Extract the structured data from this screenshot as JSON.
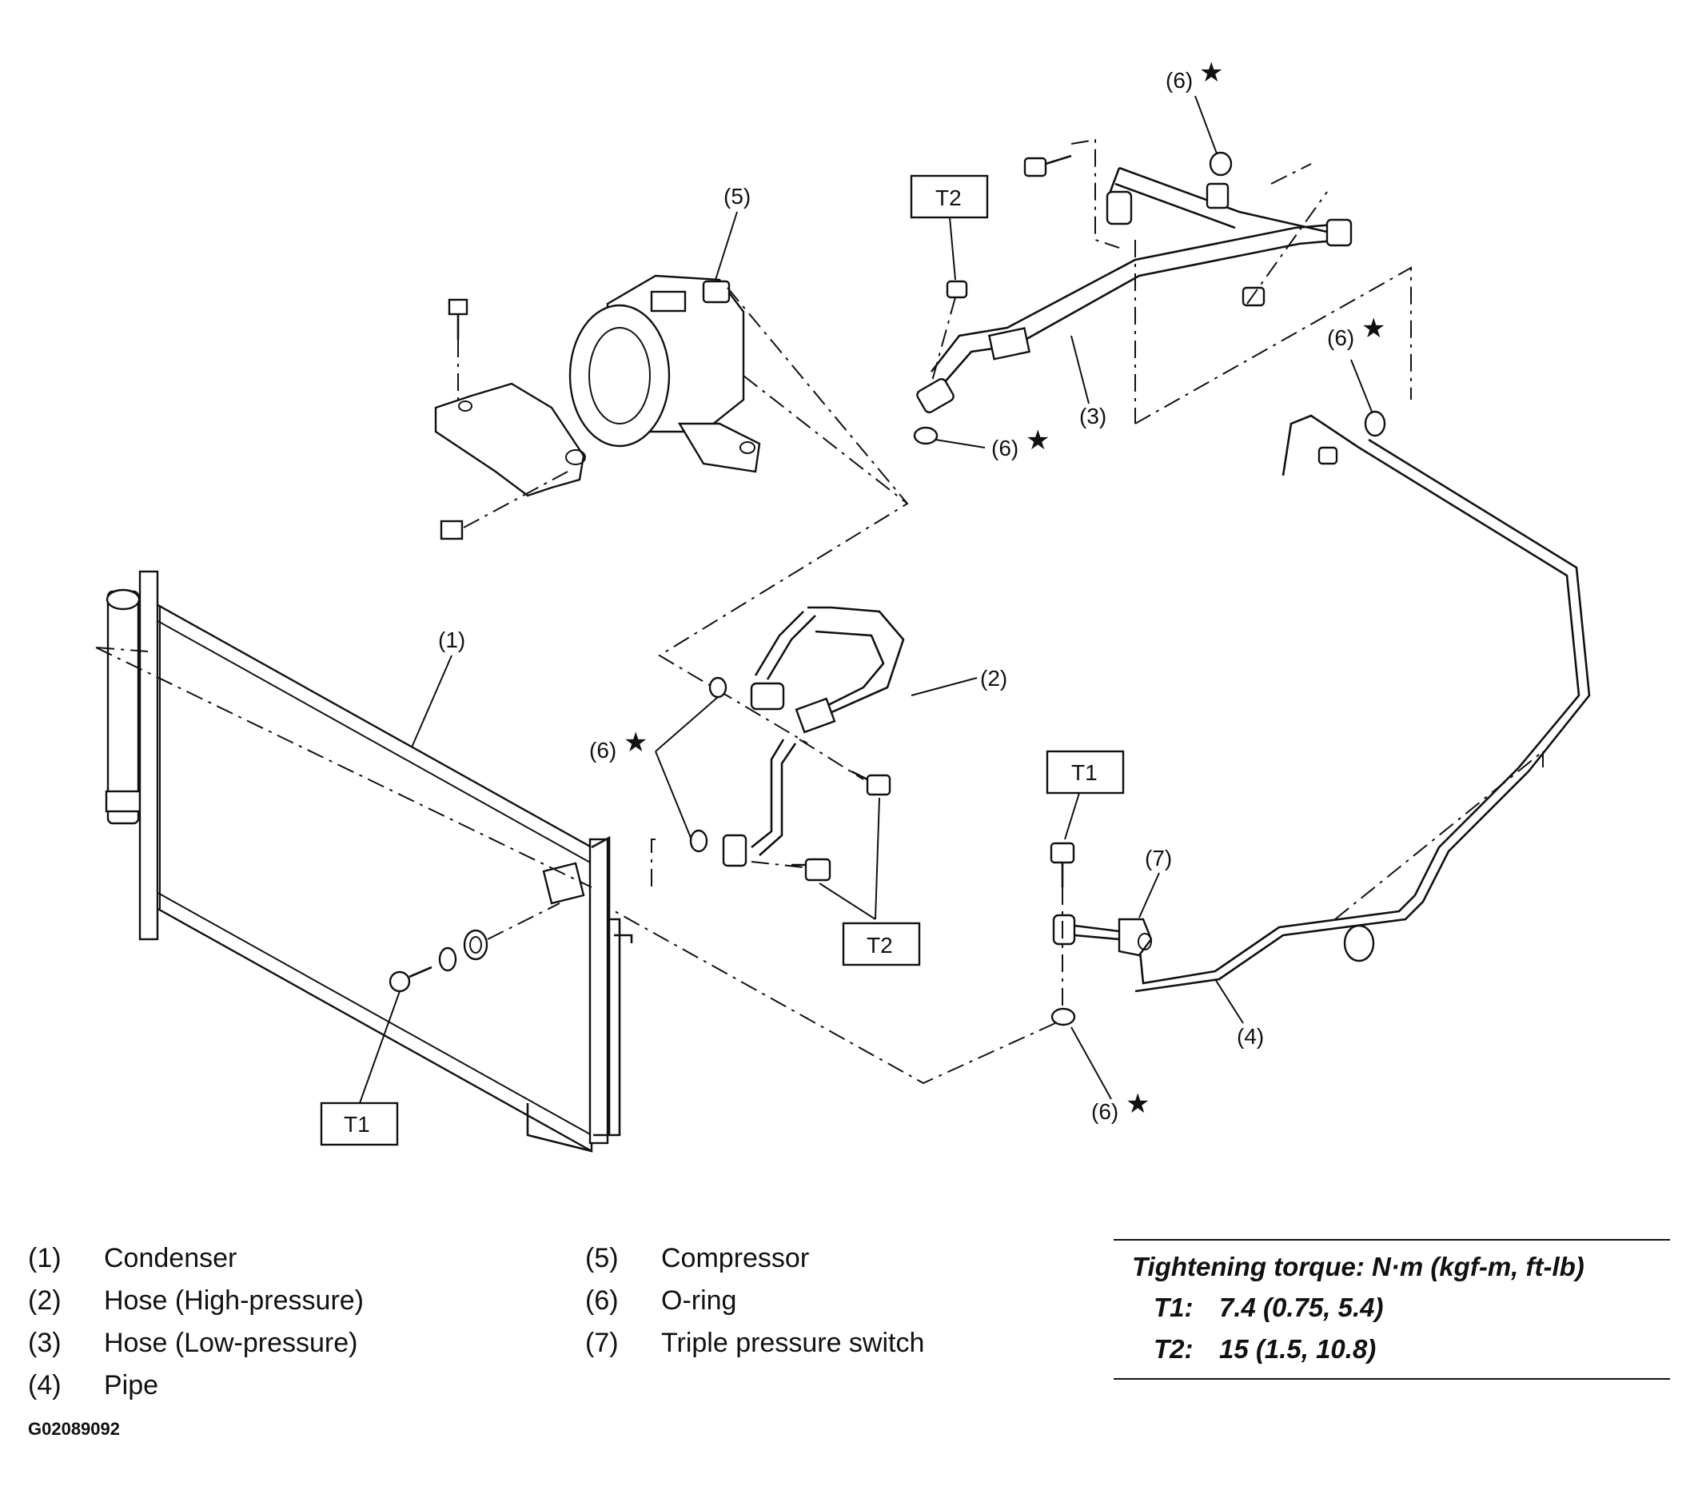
{
  "callouts": {
    "c1": "(1)",
    "c2": "(2)",
    "c3": "(3)",
    "c4": "(4)",
    "c5": "(5)",
    "c7": "(7)",
    "c6a": "(6)",
    "c6b": "(6)",
    "c6c": "(6)",
    "c6d": "(6)",
    "c6e": "(6)"
  },
  "star": "★",
  "torque_boxes": {
    "t2a": "T2",
    "t2b": "T2",
    "t1a": "T1",
    "t1b": "T1"
  },
  "legend": {
    "left": [
      {
        "num": "(1)",
        "label": "Condenser"
      },
      {
        "num": "(2)",
        "label": "Hose (High-pressure)"
      },
      {
        "num": "(3)",
        "label": "Hose (Low-pressure)"
      },
      {
        "num": "(4)",
        "label": "Pipe"
      }
    ],
    "mid": [
      {
        "num": "(5)",
        "label": "Compressor"
      },
      {
        "num": "(6)",
        "label": "O-ring"
      },
      {
        "num": "(7)",
        "label": "Triple pressure switch"
      }
    ]
  },
  "torque_table": {
    "title": "Tightening torque: N·m (kgf-m, ft-lb)",
    "rows": [
      {
        "key": "T1:",
        "value": "7.4 (0.75, 5.4)"
      },
      {
        "key": "T2:",
        "value": "15 (1.5, 10.8)"
      }
    ]
  },
  "figure_id": "G02089092"
}
